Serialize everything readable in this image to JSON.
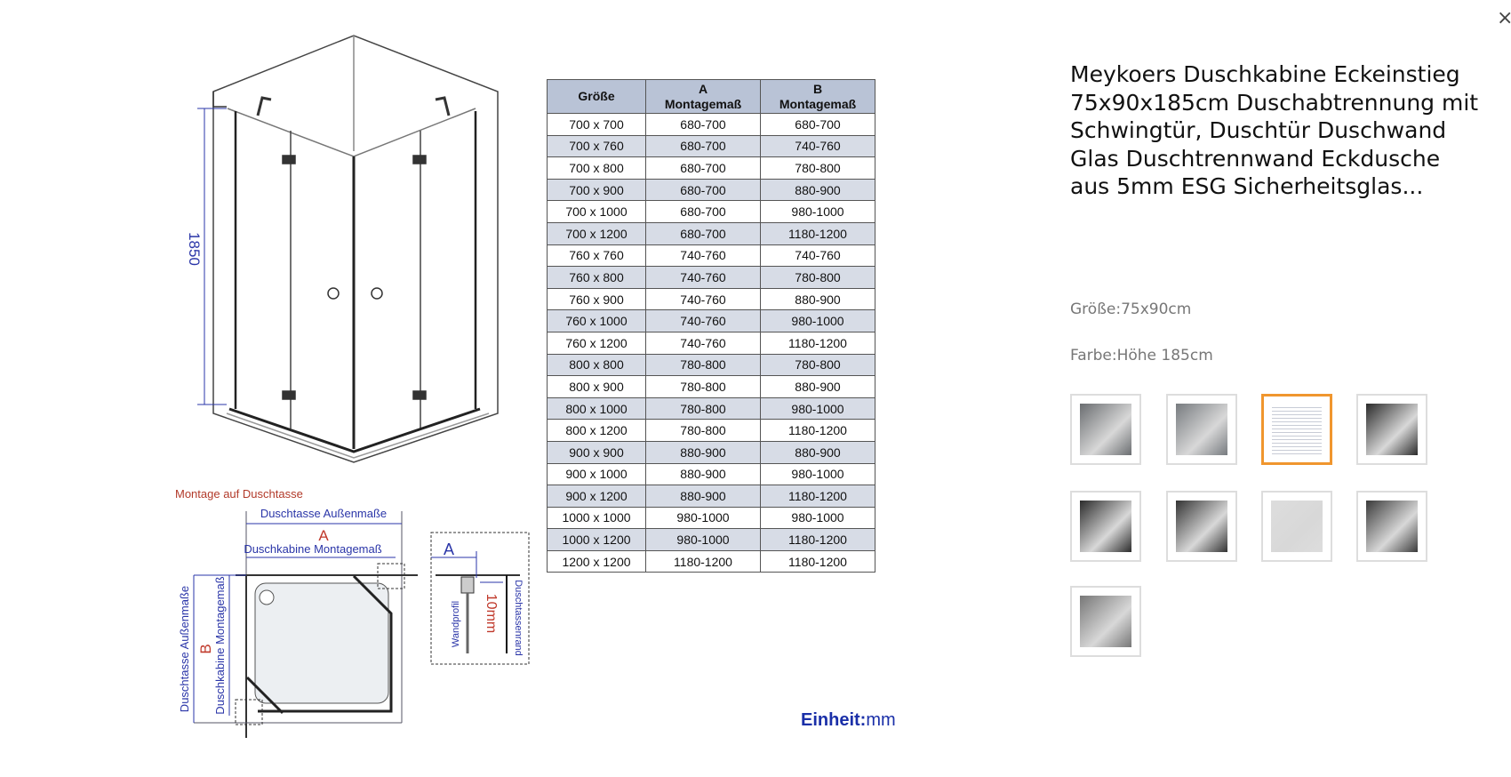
{
  "dialog": {
    "close_label": "×"
  },
  "image": {
    "height_label": "1850",
    "montage_title": "Montage auf Duschtasse",
    "duschtasse_aussen": "Duschtasse Außenmaße",
    "label_a": "A",
    "duschkabine_montage": "Duschkabine Montagemaß",
    "label_b": "B",
    "duschtasse_aussen_v": "Duschtasse Außenmaße",
    "duschkabine_montage_v": "Duschkabine Montagemaß",
    "inset_a": "A",
    "inset_10mm": "10mm",
    "wandprofil": "Wandprofil",
    "duschtassenrand": "Duschtassenrand",
    "einheit_label": "Einheit:",
    "einheit_unit": "mm",
    "table": {
      "headers": [
        "Größe",
        "A",
        "Montagemaß",
        "B",
        "Montagemaß"
      ],
      "rows": [
        [
          "700 x 700",
          "680-700",
          "680-700"
        ],
        [
          "700 x 760",
          "680-700",
          "740-760"
        ],
        [
          "700 x 800",
          "680-700",
          "780-800"
        ],
        [
          "700 x 900",
          "680-700",
          "880-900"
        ],
        [
          "700 x 1000",
          "680-700",
          "980-1000"
        ],
        [
          "700 x 1200",
          "680-700",
          "1180-1200"
        ],
        [
          "760 x 760",
          "740-760",
          "740-760"
        ],
        [
          "760 x 800",
          "740-760",
          "780-800"
        ],
        [
          "760 x 900",
          "740-760",
          "880-900"
        ],
        [
          "760 x 1000",
          "740-760",
          "980-1000"
        ],
        [
          "760 x 1200",
          "740-760",
          "1180-1200"
        ],
        [
          "800 x 800",
          "780-800",
          "780-800"
        ],
        [
          "800 x 900",
          "780-800",
          "880-900"
        ],
        [
          "800 x 1000",
          "780-800",
          "980-1000"
        ],
        [
          "800 x 1200",
          "780-800",
          "1180-1200"
        ],
        [
          "900 x 900",
          "880-900",
          "880-900"
        ],
        [
          "900 x 1000",
          "880-900",
          "980-1000"
        ],
        [
          "900 x 1200",
          "880-900",
          "1180-1200"
        ],
        [
          "1000 x 1000",
          "980-1000",
          "980-1000"
        ],
        [
          "1000 x 1200",
          "980-1000",
          "1180-1200"
        ],
        [
          "1200 x 1200",
          "1180-1200",
          "1180-1200"
        ]
      ]
    }
  },
  "product": {
    "title": "Meykoers Duschkabine Eckeinstieg 75x90x185cm Duschabtrennung mit Schwingtür, Duschtür Duschwand Glas Duschtrennwand Eckdusche aus 5mm ESG Sicherheitsglas...",
    "size": "Größe:75x90cm",
    "color": "Farbe:Höhe 185cm",
    "selected_thumbnail": 3,
    "accent": "#f0962e"
  }
}
